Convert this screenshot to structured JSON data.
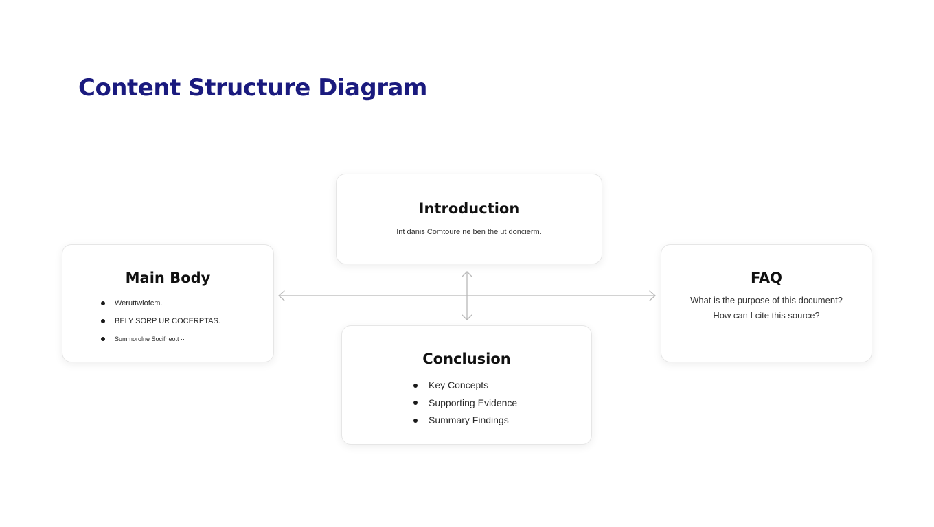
{
  "title": "Content Structure Diagram",
  "intro": {
    "heading": "Introduction",
    "text": "Int danis Comtoure ne ben the ut doncierm."
  },
  "main_body": {
    "heading": "Main Body",
    "items": [
      "Weruttwlofcm.",
      "BELY SORP UR COCERPTAS.",
      "Summorolne Socifneott ··"
    ]
  },
  "faq": {
    "heading": "FAQ",
    "questions": [
      "What is the purpose of this document?",
      "How can I cite this source?"
    ]
  },
  "conclusion": {
    "heading": "Conclusion",
    "items": [
      "Key Concepts",
      "Supporting Evidence",
      "Summary Findings"
    ]
  },
  "colors": {
    "title": "#1a1a7e",
    "connector": "#b8b8b8"
  }
}
